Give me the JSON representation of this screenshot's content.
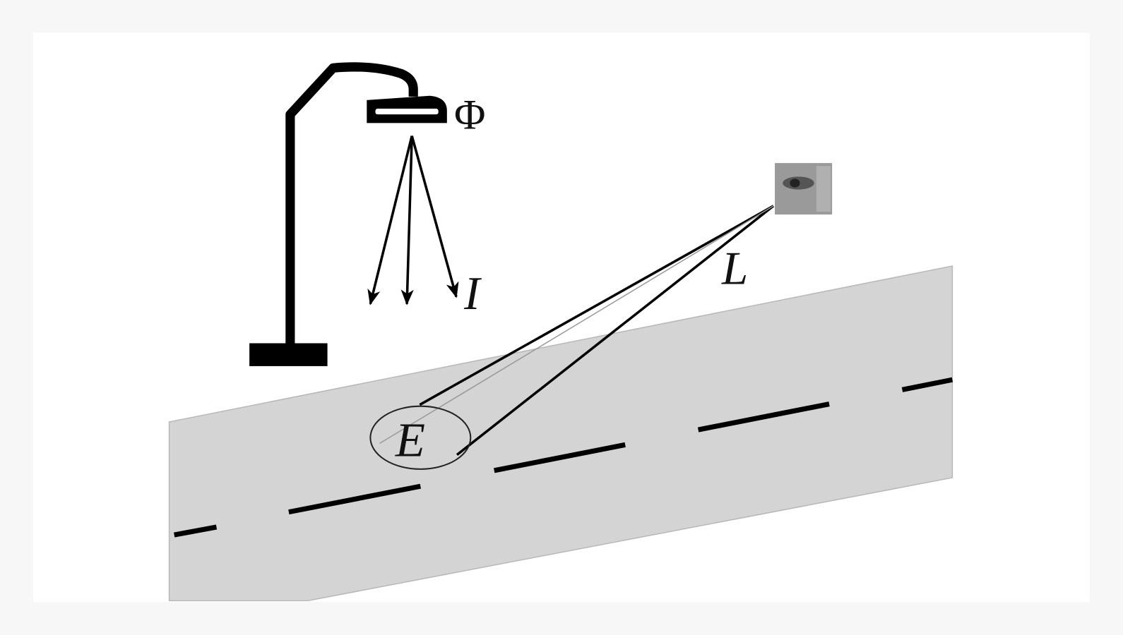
{
  "diagram": {
    "labels": {
      "flux": "Φ",
      "intensity": "I",
      "luminance": "L",
      "illuminance": "E"
    },
    "colors": {
      "background": "#f7f7f7",
      "panel": "#ffffff",
      "road": "#d4d4d4",
      "ink": "#000000"
    }
  }
}
